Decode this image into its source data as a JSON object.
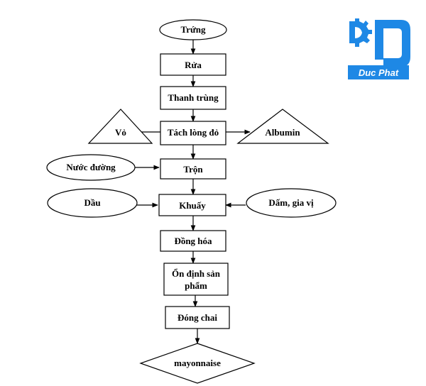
{
  "flowchart": {
    "nodes": {
      "trung": "Trứng",
      "rua": "Rửa",
      "thanh_trung": "Thanh trùng",
      "tach_long_do": "Tách lòng đỏ",
      "vo": "Vỏ",
      "albumin": "Albumin",
      "nuoc_duong": "Nước đường",
      "tron": "Trộn",
      "dau": "Dầu",
      "khuay": "Khuấy",
      "dam_gia_vi": "Dấm, gia vị",
      "dong_hoa": "Đồng hóa",
      "on_dinh_line1": "Ổn định sản",
      "on_dinh_line2": "phẩm",
      "dong_chai": "Đóng chai",
      "mayonnaise": "mayonnaise"
    }
  },
  "logo": {
    "text": "Duc Phat",
    "brand_color": "#1e88e5"
  }
}
